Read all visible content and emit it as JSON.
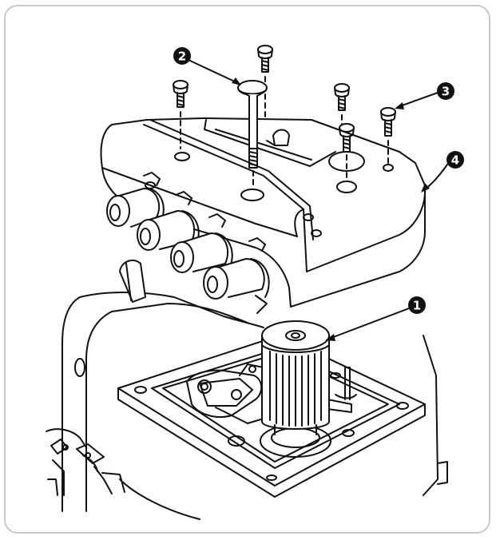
{
  "callouts": [
    {
      "id": "1",
      "label": "❶",
      "digit": "1",
      "part": "oil-filter"
    },
    {
      "id": "2",
      "label": "❷",
      "digit": "2",
      "part": "long-screw"
    },
    {
      "id": "3",
      "label": "❸",
      "digit": "3",
      "part": "cover-screws"
    },
    {
      "id": "4",
      "label": "❹",
      "digit": "4",
      "part": "head-cover"
    }
  ],
  "colors": {
    "line": "#111111",
    "frame": "#c8c8c8",
    "fill": "#ffffff"
  }
}
